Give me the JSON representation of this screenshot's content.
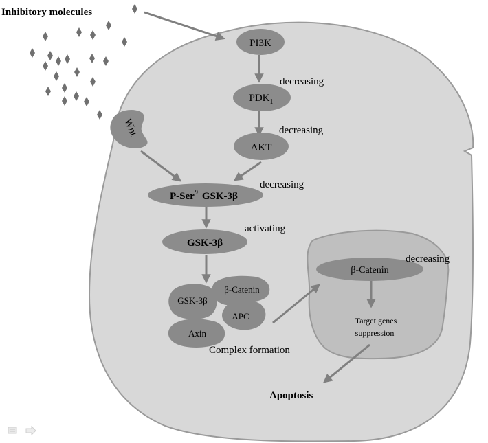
{
  "labels": {
    "inhibitory": "Inhibitory molecules",
    "pi3k": "PI3K",
    "pdk_base": "PDK",
    "pdk_sub": "1",
    "akt": "AKT",
    "wnt": "Wnt",
    "pser_base": "P-Ser",
    "pser_sup": "9",
    "gsk_on_pser": "GSK-3β",
    "gsk3b": "GSK-3β",
    "complex_gsk": "GSK-3β",
    "complex_bcat": "β-Catenin",
    "complex_apc": "APC",
    "complex_axin": "Axin",
    "complex_formation": "Complex formation",
    "nucleus_bcat": "β-Catenin",
    "target_genes_1": "Target genes",
    "target_genes_2": "suppression",
    "apoptosis": "Apoptosis",
    "decreasing_pdk": "decreasing",
    "decreasing_akt": "decreasing",
    "decreasing_pser": "decreasing",
    "activating_gsk": "activating",
    "decreasing_bcat": "decreasing"
  },
  "colors": {
    "cell": "#d8d8d8",
    "nucleus": "#bfbfbf",
    "node": "#8c8c8c",
    "node_dark": "#8a8a8a",
    "arrow": "#808080",
    "molecule": "#707070",
    "outline": "#9a9a9a"
  },
  "icons": {
    "molecules": "diamond",
    "footer": [
      "slide-icon",
      "arrow-right-icon"
    ]
  }
}
